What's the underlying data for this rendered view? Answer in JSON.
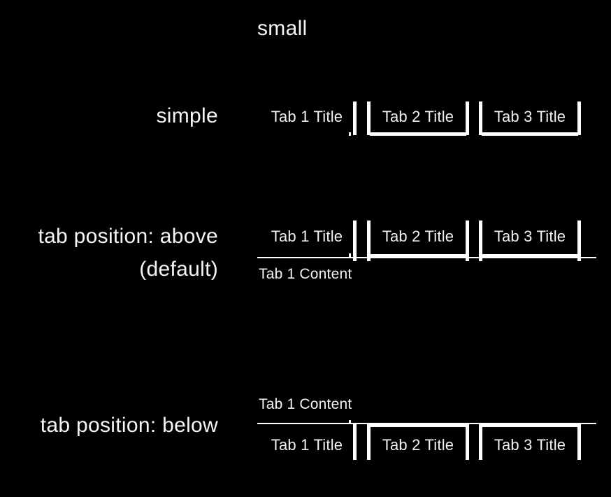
{
  "heading": {
    "text": "small"
  },
  "colors": {
    "background": "#000000",
    "text": "#f2f2f2",
    "accent": "#ffffff"
  },
  "sections": [
    {
      "label": "simple",
      "tab_position": "none",
      "tabs": [
        "Tab 1 Title",
        "Tab 2 Title",
        "Tab 3 Title"
      ],
      "content": ""
    },
    {
      "label": "tab position: above",
      "sublabel": "(default)",
      "tab_position": "above",
      "tabs": [
        "Tab 1 Title",
        "Tab 2 Title",
        "Tab 3 Title"
      ],
      "content": "Tab 1 Content"
    },
    {
      "label": "tab position: below",
      "tab_position": "below",
      "tabs": [
        "Tab 1 Title",
        "Tab 2 Title",
        "Tab 3 Title"
      ],
      "content": "Tab 1 Content"
    }
  ]
}
